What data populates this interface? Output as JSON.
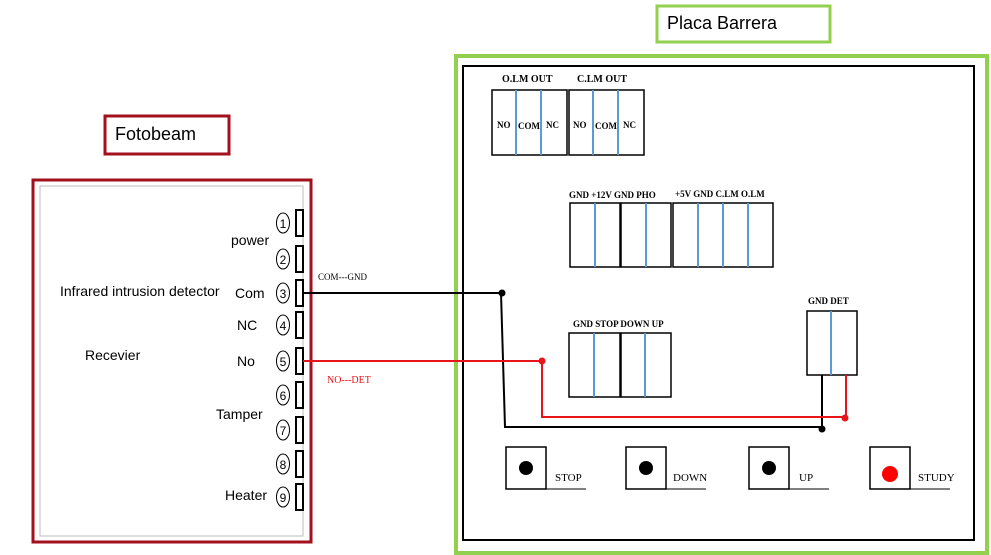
{
  "titles": {
    "placa": "Placa Barrera",
    "fotobeam": "Fotobeam"
  },
  "receiver": {
    "infrared_label": "Infrared intrusion detector",
    "receiver_label": "Recevier",
    "power": "power",
    "com": "Com",
    "nc": "NC",
    "no": "No",
    "tamper": "Tamper",
    "heater": "Heater",
    "terminals": [
      "1",
      "2",
      "3",
      "4",
      "5",
      "6",
      "7",
      "8",
      "9"
    ]
  },
  "wires": {
    "com_gnd": "COM---GND",
    "no_det": "NO---DET"
  },
  "board": {
    "olm_out": "O.LM OUT",
    "clm_out": "C.LM OUT",
    "relay_no": "NO",
    "relay_com": "COM",
    "relay_nc": "NC",
    "header_1": "GND +12V GND  PHO",
    "header_2": "+5V GND  C.LM O.LM",
    "stop_header": "GND STOP DOWN UP",
    "det_header": "GND  DET",
    "buttons": {
      "stop": "STOP",
      "down": "DOWN",
      "up": "UP",
      "study": "STUDY"
    }
  },
  "colors": {
    "placa_border": "#92d050",
    "fotobeam_border": "#a30f1c",
    "wire_black": "#000000",
    "wire_red": "#e8141c",
    "divider_blue": "#5b9bd5",
    "study_red": "#ff0000"
  }
}
